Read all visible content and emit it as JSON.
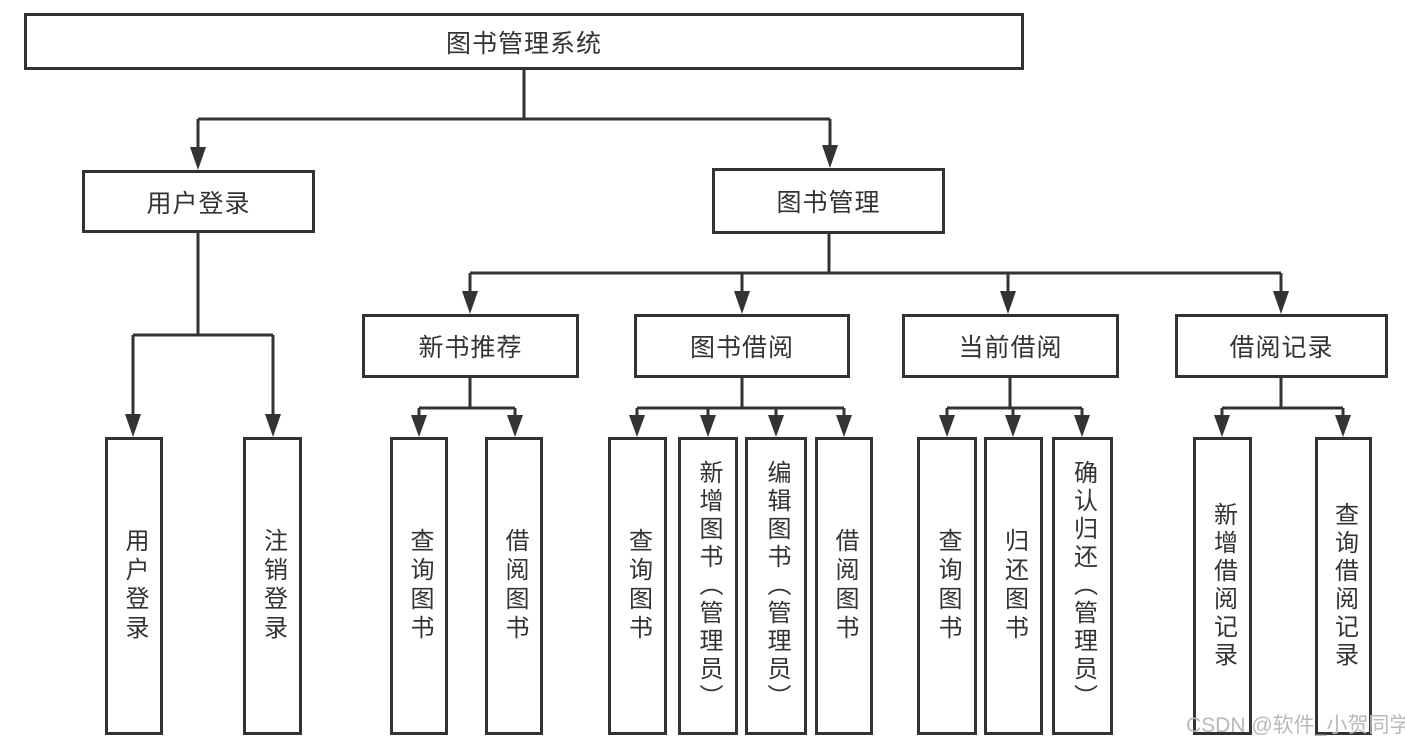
{
  "diagram": {
    "title": "图书管理系统",
    "tree": {
      "root": "图书管理系统",
      "login": {
        "label": "用户登录",
        "children": [
          "用户登录",
          "注销登录"
        ]
      },
      "mgmt": {
        "label": "图书管理",
        "sections": [
          {
            "label": "新书推荐",
            "children": [
              "查询图书",
              "借阅图书"
            ]
          },
          {
            "label": "图书借阅",
            "children": [
              "查询图书",
              "新增图书（管理员）",
              "编辑图书（管理员）",
              "借阅图书"
            ]
          },
          {
            "label": "当前借阅",
            "children": [
              "查询图书",
              "归还图书",
              "确认归还（管理员）"
            ]
          },
          {
            "label": "借阅记录",
            "children": [
              "新增借阅记录",
              "查询借阅记录"
            ]
          }
        ]
      }
    }
  },
  "watermark": "CSDN @软件_小贺同学",
  "colors": {
    "line": "#333333",
    "box_border": "#333333",
    "text": "#333333",
    "watermark": "#b9b9b9",
    "background": "#ffffff"
  }
}
